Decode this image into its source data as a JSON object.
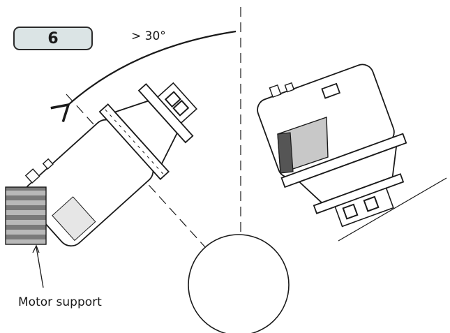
{
  "step": {
    "number": "6"
  },
  "rotation": {
    "label": "> 30°"
  },
  "callout": {
    "label": "Motor support"
  },
  "colors": {
    "badge_fill": "#dbe4e5",
    "stroke": "#1a1a1a",
    "hatch_dark": "#7a7a7a",
    "hatch_light": "#b8b8b8"
  }
}
